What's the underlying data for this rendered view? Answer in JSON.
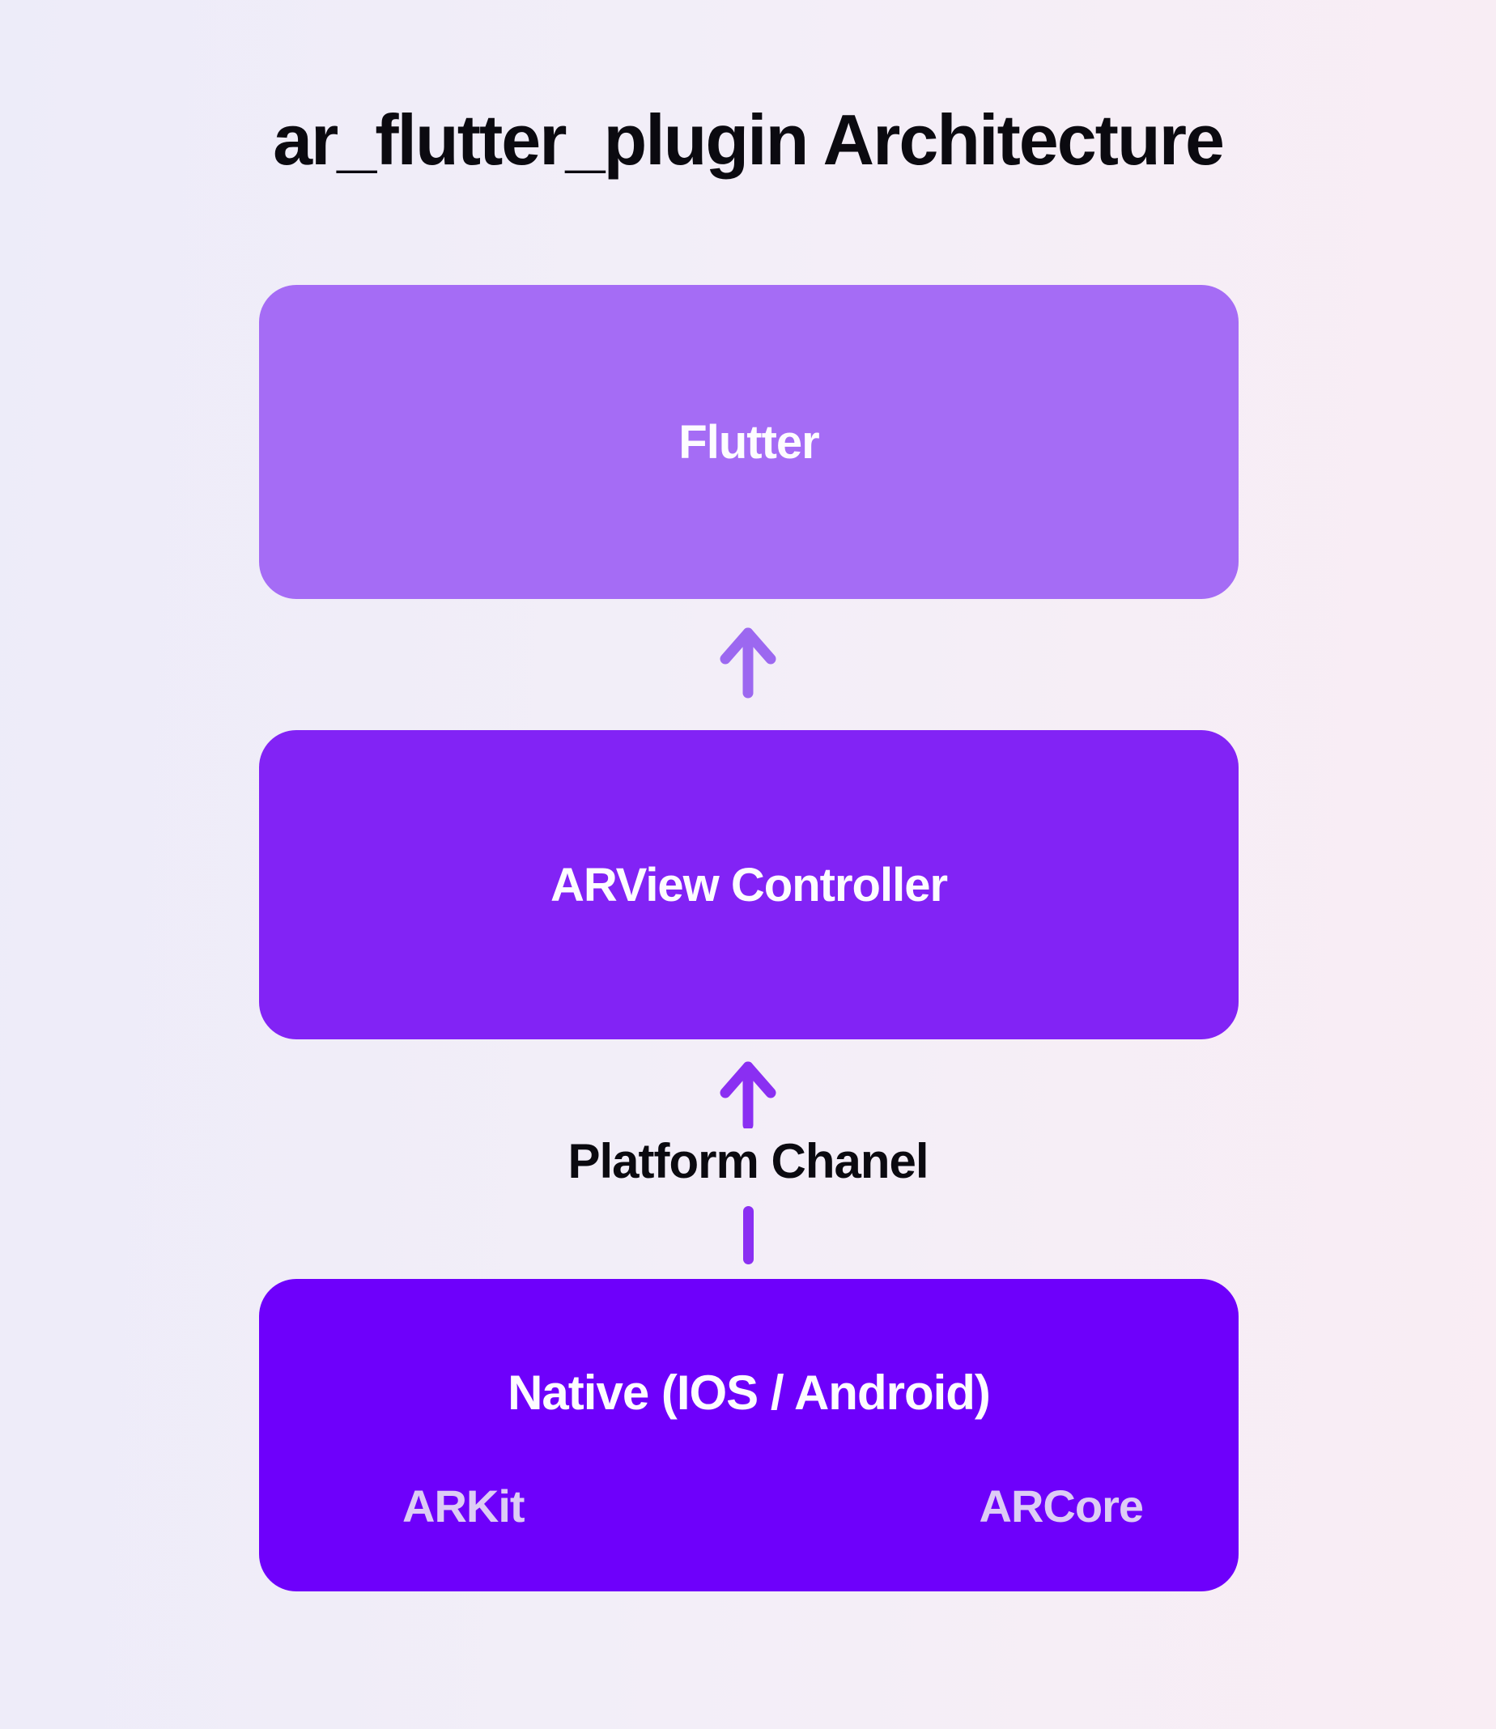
{
  "title": "ar_flutter_plugin Architecture",
  "nodes": {
    "flutter": {
      "label": "Flutter"
    },
    "arview": {
      "label": "ARView Controller"
    },
    "native": {
      "label": "Native (IOS / Android)",
      "sublabels": {
        "left": "ARKit",
        "right": "ARCore"
      }
    }
  },
  "connections": {
    "platform_channel_label": "Platform Chanel"
  },
  "colors": {
    "bg_left": "#edecf9",
    "bg_mid": "#f3eef8",
    "bg_right": "#f9edf4",
    "box_flutter": "#a56cf5",
    "box_arview": "#8223f5",
    "box_native": "#6e00fb",
    "arrow_light": "#9c68f0",
    "arrow_vivid": "#8a2ff2",
    "text_dark": "#0b0a10",
    "text_light": "#fdfcff",
    "text_sub": "#ddccf5"
  }
}
